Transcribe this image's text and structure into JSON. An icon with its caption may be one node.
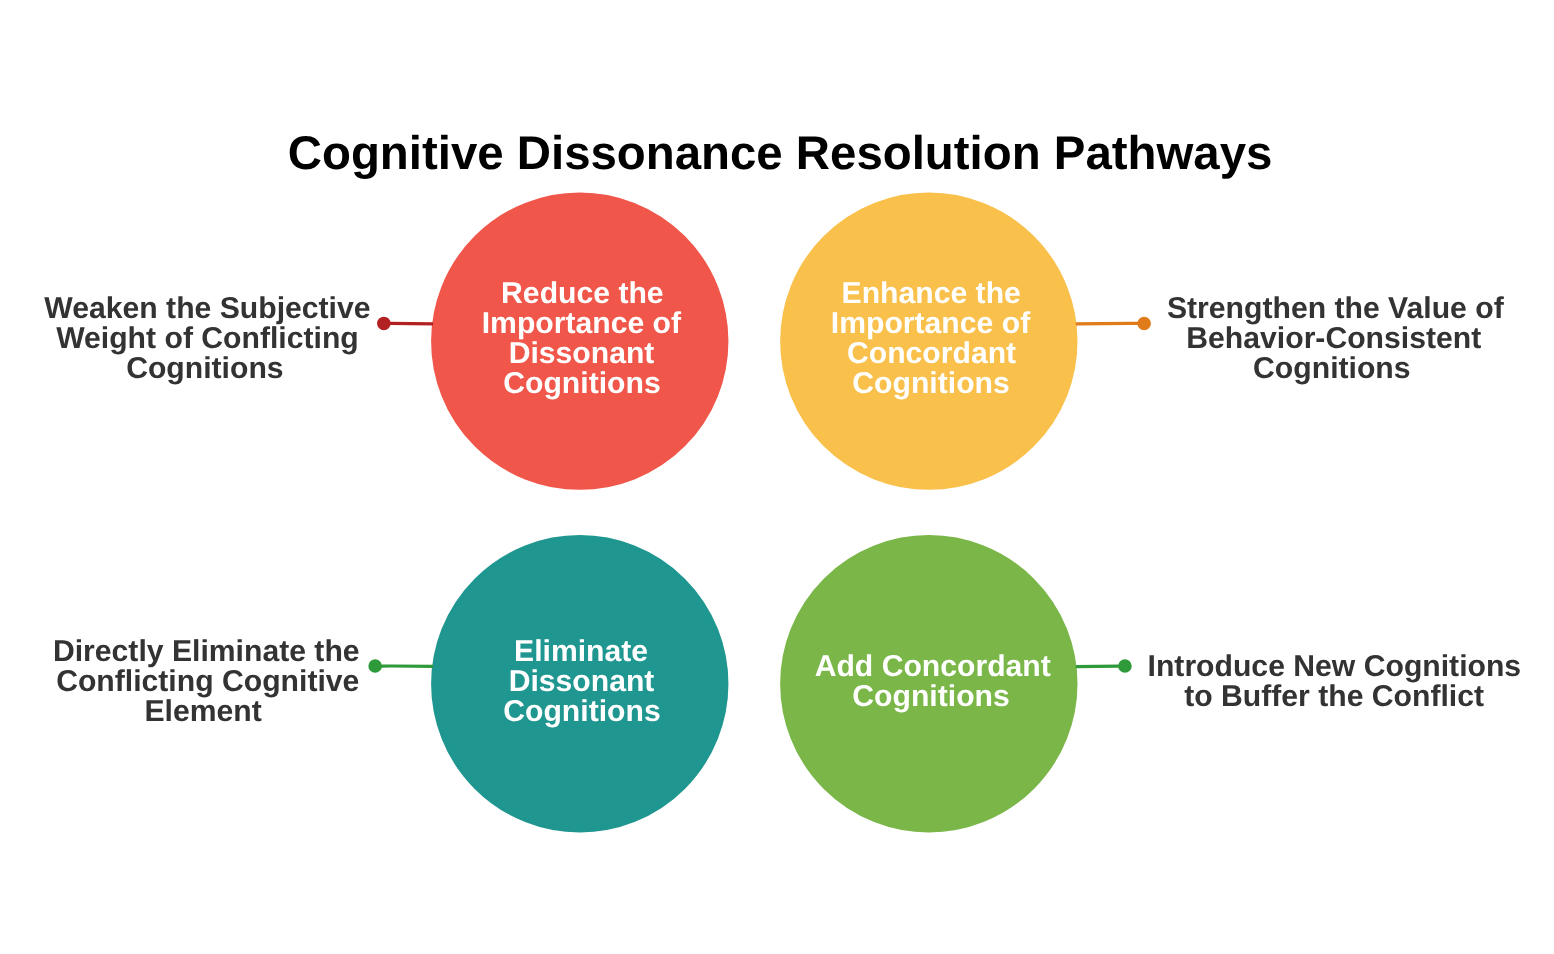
{
  "diagram": {
    "title": "Cognitive Dissonance Resolution Pathways",
    "nodes": [
      {
        "text": [
          "Directly Eliminate the Conflicting Cognitive Element"
        ]
      },
      {
        "text": [
          "Eliminate Dissonant Cognitions"
        ]
      },
      {
        "text": [
          "Add Concordant Cognitions"
        ]
      },
      {
        "text": [
          "Introduce New Cognitions to Buffer the Conflict"
        ]
      },
      {
        "text": [
          "Reduce the Importance of Dissonant Cognitions"
        ]
      },
      {
        "text": [
          "Enhance the Importance of Concordant Cognitions"
        ]
      },
      {
        "text": [
          "Weaken the Subjective Weight of Conflicting Cognitions"
        ]
      },
      {
        "text": [
          "Strengthen the Value of Behavior-Consistent Cognitions"
        ]
      }
    ],
    "edges": [
      {
        "from": 0,
        "to": 1,
        "arrow": "other",
        "color": "#2e9a3a"
      },
      {
        "from": 3,
        "to": 2,
        "arrow": "other",
        "color": "#2e9a3a"
      },
      {
        "from": 6,
        "to": 4,
        "arrow": "other",
        "color": "#b22222"
      },
      {
        "from": 7,
        "to": 5,
        "arrow": "other",
        "color": "#e07b1a"
      }
    ]
  }
}
